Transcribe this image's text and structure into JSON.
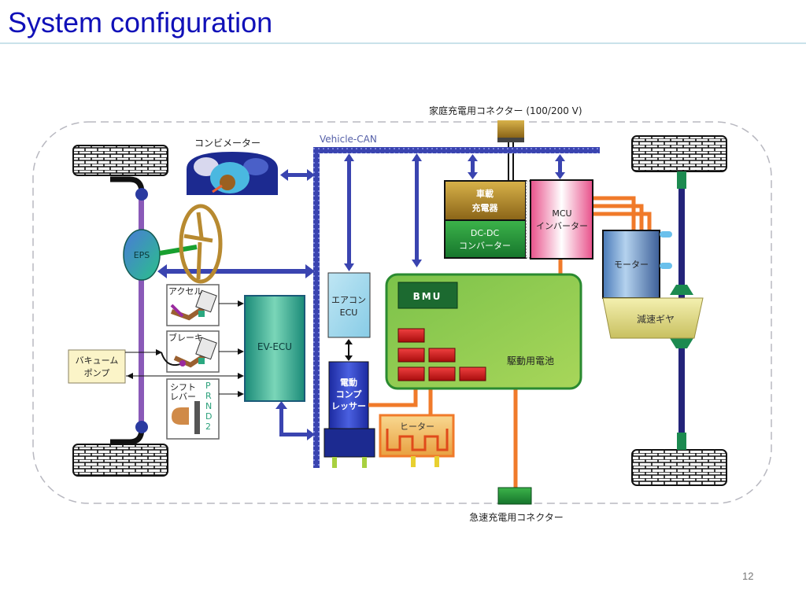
{
  "slide": {
    "title": "System configuration",
    "page_number": "12"
  },
  "diagram": {
    "labels": {
      "home_charge_connector": "家庭充電用コネクター (100/200 V)",
      "quick_charge_connector": "急速充電用コネクター",
      "vehicle_can": "Vehicle-CAN",
      "combi_meter": "コンビメーター",
      "eps": "EPS",
      "onboard_charger_line1": "車載",
      "onboard_charger_line2": "充電器",
      "dcdc_line1": "DC-DC",
      "dcdc_line2": "コンバーター",
      "mcu_line1": "MCU",
      "mcu_line2": "インバーター",
      "motor": "モーター",
      "reduction_gear": "減速ギヤ",
      "accelerator": "アクセル",
      "brake": "ブレーキ",
      "shift_line1": "シフト",
      "shift_line2": "レバー",
      "shift_positions": [
        "P",
        "R",
        "N",
        "D",
        "2"
      ],
      "vacuum_pump_line1": "バキューム",
      "vacuum_pump_line2": "ポンプ",
      "ev_ecu": "EV-ECU",
      "aircon_ecu_line1": "エアコン",
      "aircon_ecu_line2": "ECU",
      "bmu": "BMU",
      "drive_battery": "駆動用電池",
      "e_compressor_line1": "電動",
      "e_compressor_line2": "コンプ",
      "e_compressor_line3": "レッサー",
      "heater": "ヒーター"
    },
    "colors": {
      "can_bus": "#3a44b0",
      "power_line": "#f07a2a",
      "battery": "#8cc84b",
      "ev_ecu": "#2aa88a",
      "axle": "#23237a"
    }
  }
}
